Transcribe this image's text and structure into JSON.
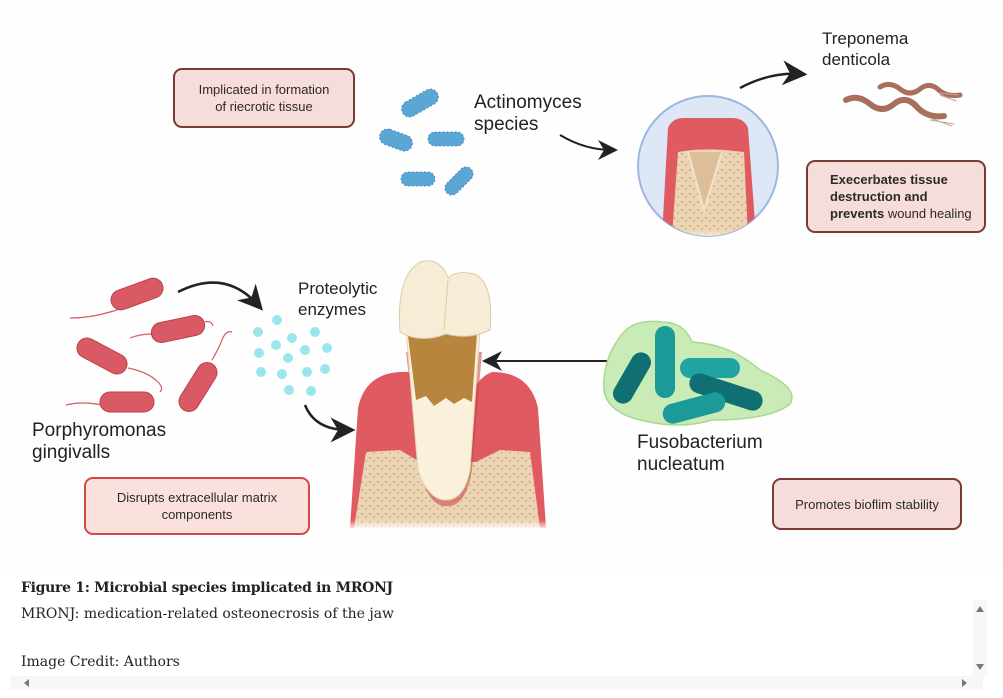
{
  "figure": {
    "organisms": {
      "actinomyces": "Actinomyces species",
      "actinomyces_line1": "Actinomyces",
      "actinomyces_line2": "species",
      "treponema_line1": "Treponema",
      "treponema_line2": "denticola",
      "porphyromonas_line1": "Porphyromonas",
      "porphyromonas_line2": "gingivalls",
      "proteolytic_line1": "Proteolytic",
      "proteolytic_line2": "enzymes",
      "fusobacterium_line1": "Fusobacterium",
      "fusobacterium_line2": "nucleatum"
    },
    "boxes": {
      "necrotic": {
        "line1": "Implicated in formation",
        "line2": "of riecrotic tissue"
      },
      "treponema": {
        "line1": "Execerbates tissue",
        "line2": "destruction and",
        "line3_bold": "prevents",
        "line3_rest": " wound healing"
      },
      "porphyromonas": {
        "line1": "Disrupts extracellular matrix",
        "line2": "components"
      },
      "fusobacterium": {
        "line1": "Promotes bioflim stability"
      }
    },
    "colors": {
      "box_fill": "#f6dcda",
      "box_border": "#7a3a36",
      "box_border_red": "#d04a4a",
      "gum": "#e05a62",
      "bone": "#ecd5b4",
      "actinomyces": "#5aa7d6",
      "porphyromonas": "#d95a64",
      "enzymes": "#9be6ec",
      "fusobacterium": "#1c9a9a",
      "biofilm": "#c9ebb5",
      "treponema": "#a8705c"
    }
  },
  "caption": {
    "title": "Figure 1: Microbial species implicated in MRONJ",
    "subtitle": "MRONJ: medication-related osteonecrosis of the jaw",
    "credit": "Image Credit: Authors"
  },
  "scrollbars": {
    "horizontal": "horizontal-scrollbar",
    "vertical": "vertical-scrollbar"
  }
}
